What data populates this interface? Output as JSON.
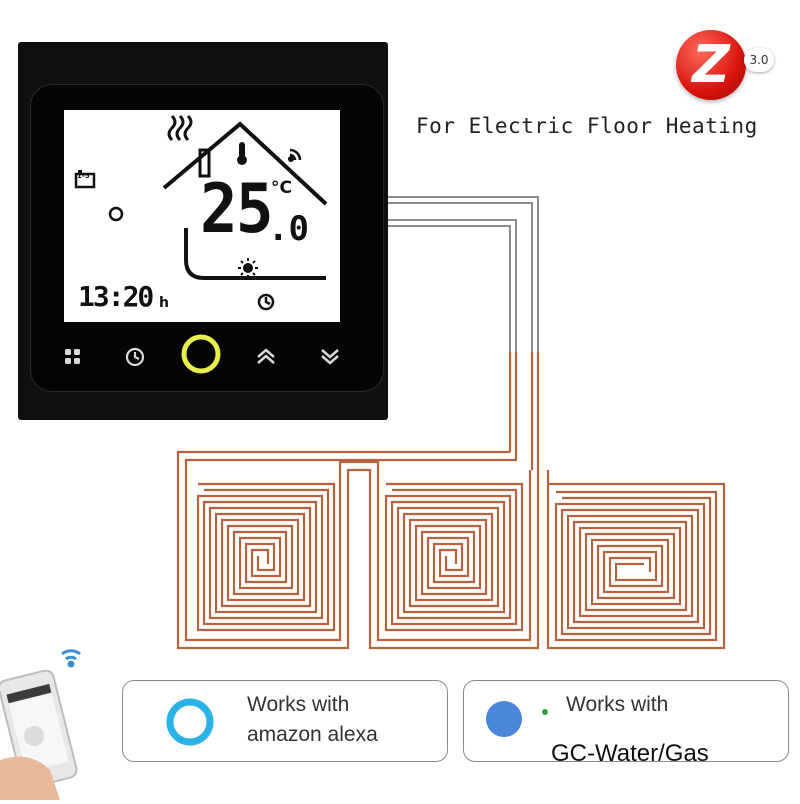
{
  "heading": "For Electric Floor Heating",
  "zigbee": {
    "letter": "Z",
    "version": "3.0"
  },
  "thermostat": {
    "temperature_main": "25",
    "temperature_decimal": ".0",
    "unit": "°C",
    "clock": "13:20",
    "clock_suffix": "h",
    "schedule_badge": "1-5"
  },
  "badges": {
    "alexa_line1": "Works with",
    "alexa_line2": "amazon alexa",
    "google_line1": "Works with",
    "gc_label": "GC-Water/Gas"
  },
  "colors": {
    "wire": "#b5623f",
    "device": "#0f0f0f",
    "alexa": "#2ab3e6",
    "google_blue": "#4a86d9",
    "zigbee_red": "#d8140e"
  }
}
